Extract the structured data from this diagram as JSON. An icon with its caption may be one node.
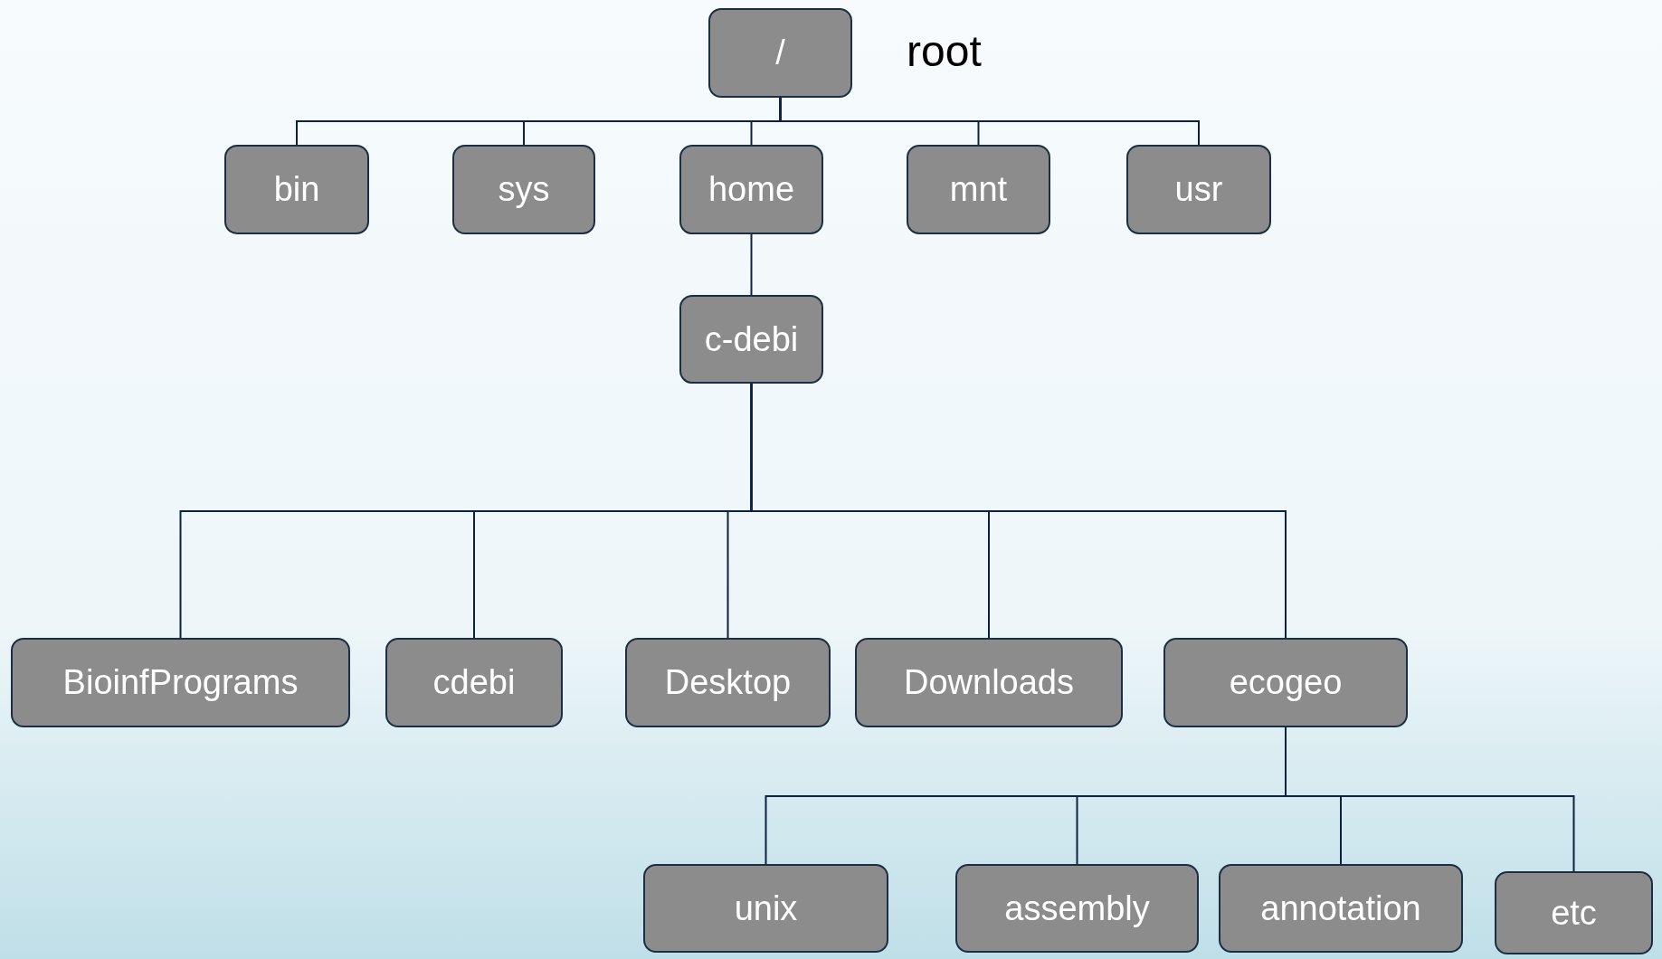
{
  "diagram": {
    "nodes": [
      {
        "text": [
          "/"
        ],
        "beside": [
          "root"
        ]
      },
      {
        "text": [
          "bin"
        ]
      },
      {
        "text": [
          "sys"
        ]
      },
      {
        "text": [
          "home"
        ]
      },
      {
        "text": [
          "mnt"
        ]
      },
      {
        "text": [
          "usr"
        ]
      },
      {
        "text": [
          "c-debi"
        ]
      },
      {
        "text": [
          "BioinfPrograms"
        ]
      },
      {
        "text": [
          "cdebi"
        ]
      },
      {
        "text": [
          "Desktop"
        ]
      },
      {
        "text": [
          "Downloads"
        ]
      },
      {
        "text": [
          "ecogeo"
        ]
      },
      {
        "text": [
          "unix"
        ]
      },
      {
        "text": [
          "assembly"
        ]
      },
      {
        "text": [
          "annotation"
        ]
      },
      {
        "text": [
          "etc"
        ]
      }
    ],
    "edges": [
      {
        "from": 0,
        "to": 1,
        "arrow": "none"
      },
      {
        "from": 0,
        "to": 2,
        "arrow": "none"
      },
      {
        "from": 0,
        "to": 3,
        "arrow": "none"
      },
      {
        "from": 0,
        "to": 4,
        "arrow": "none"
      },
      {
        "from": 0,
        "to": 5,
        "arrow": "none"
      },
      {
        "from": 3,
        "to": 6,
        "arrow": "none"
      },
      {
        "from": 6,
        "to": 7,
        "arrow": "none"
      },
      {
        "from": 6,
        "to": 8,
        "arrow": "none"
      },
      {
        "from": 6,
        "to": 9,
        "arrow": "none"
      },
      {
        "from": 6,
        "to": 10,
        "arrow": "none"
      },
      {
        "from": 6,
        "to": 11,
        "arrow": "none"
      },
      {
        "from": 11,
        "to": 12,
        "arrow": "none"
      },
      {
        "from": 11,
        "to": 13,
        "arrow": "none"
      },
      {
        "from": 11,
        "to": 14,
        "arrow": "none"
      },
      {
        "from": 11,
        "to": 15,
        "arrow": "none"
      }
    ]
  }
}
